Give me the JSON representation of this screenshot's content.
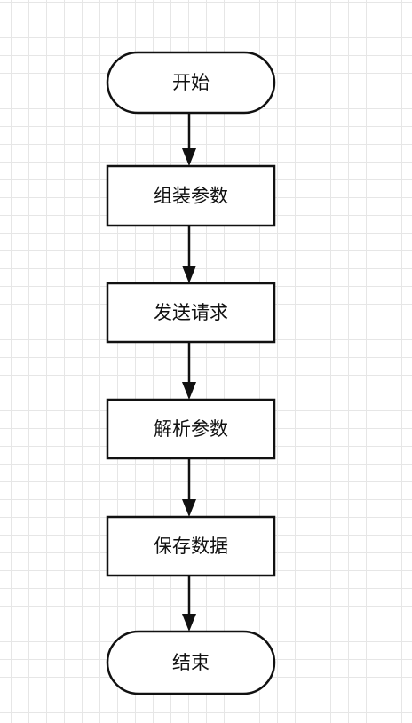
{
  "flowchart": {
    "nodes": [
      {
        "id": "start",
        "shape": "terminal",
        "label": "开始"
      },
      {
        "id": "assemble-params",
        "shape": "process",
        "label": "组装参数"
      },
      {
        "id": "send-request",
        "shape": "process",
        "label": "发送请求"
      },
      {
        "id": "parse-params",
        "shape": "process",
        "label": "解析参数"
      },
      {
        "id": "save-data",
        "shape": "process",
        "label": "保存数据"
      },
      {
        "id": "end",
        "shape": "terminal",
        "label": "结束"
      }
    ],
    "edges": [
      {
        "from": "start",
        "to": "assemble-params"
      },
      {
        "from": "assemble-params",
        "to": "send-request"
      },
      {
        "from": "send-request",
        "to": "parse-params"
      },
      {
        "from": "parse-params",
        "to": "save-data"
      },
      {
        "from": "save-data",
        "to": "end"
      }
    ]
  },
  "colors": {
    "stroke": "#111111",
    "fill": "#ffffff",
    "grid": "#e6e6e6"
  }
}
